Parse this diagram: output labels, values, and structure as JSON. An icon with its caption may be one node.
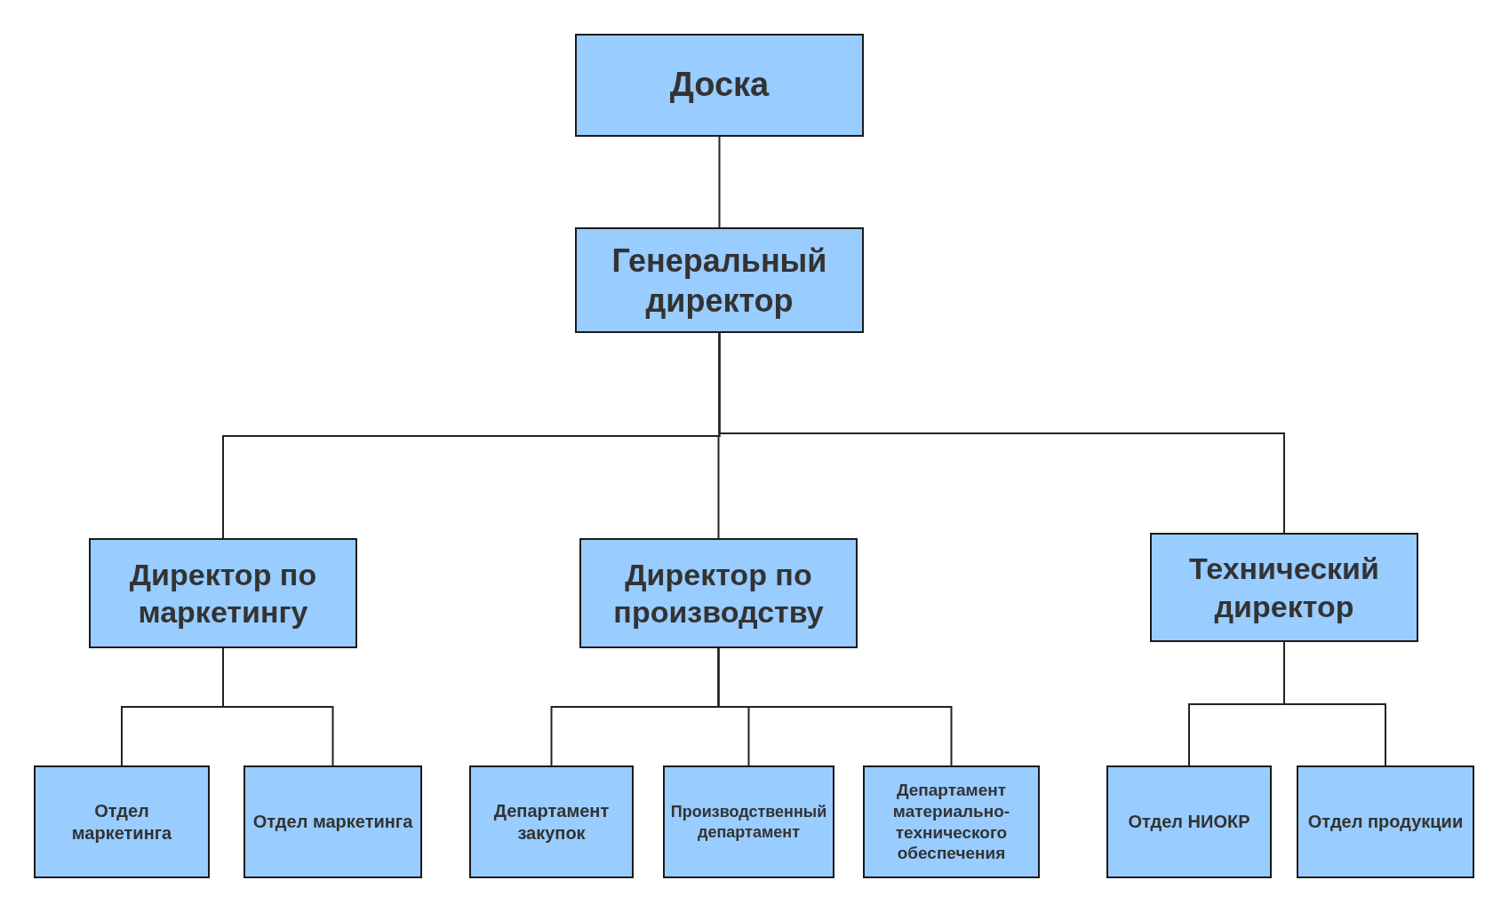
{
  "diagram": {
    "nodes": [
      {
        "text": [
          "Доска"
        ]
      },
      {
        "text": [
          "Генеральный директор"
        ]
      },
      {
        "text": [
          "Директор по маркетингу"
        ]
      },
      {
        "text": [
          "Директор по производству"
        ]
      },
      {
        "text": [
          "Технический директор"
        ]
      },
      {
        "text": [
          "Отдел маркетинга"
        ]
      },
      {
        "text": [
          "Отдел маркетинга"
        ]
      },
      {
        "text": [
          "Департамент закупок"
        ]
      },
      {
        "text": [
          "Производственный департамент"
        ]
      },
      {
        "text": [
          "Департамент материально-технического обеспечения"
        ]
      },
      {
        "text": [
          "Отдел НИОКР"
        ]
      },
      {
        "text": [
          "Отдел продукции"
        ]
      }
    ],
    "edges": [
      {
        "from": 0,
        "to": 1,
        "arrow": "none"
      },
      {
        "from": 1,
        "to": 2,
        "arrow": "none"
      },
      {
        "from": 1,
        "to": 3,
        "arrow": "none"
      },
      {
        "from": 1,
        "to": 4,
        "arrow": "none"
      },
      {
        "from": 2,
        "to": 5,
        "arrow": "none"
      },
      {
        "from": 2,
        "to": 6,
        "arrow": "none"
      },
      {
        "from": 3,
        "to": 7,
        "arrow": "none"
      },
      {
        "from": 3,
        "to": 8,
        "arrow": "none"
      },
      {
        "from": 3,
        "to": 9,
        "arrow": "none"
      },
      {
        "from": 4,
        "to": 10,
        "arrow": "none"
      },
      {
        "from": 4,
        "to": 11,
        "arrow": "none"
      }
    ]
  }
}
